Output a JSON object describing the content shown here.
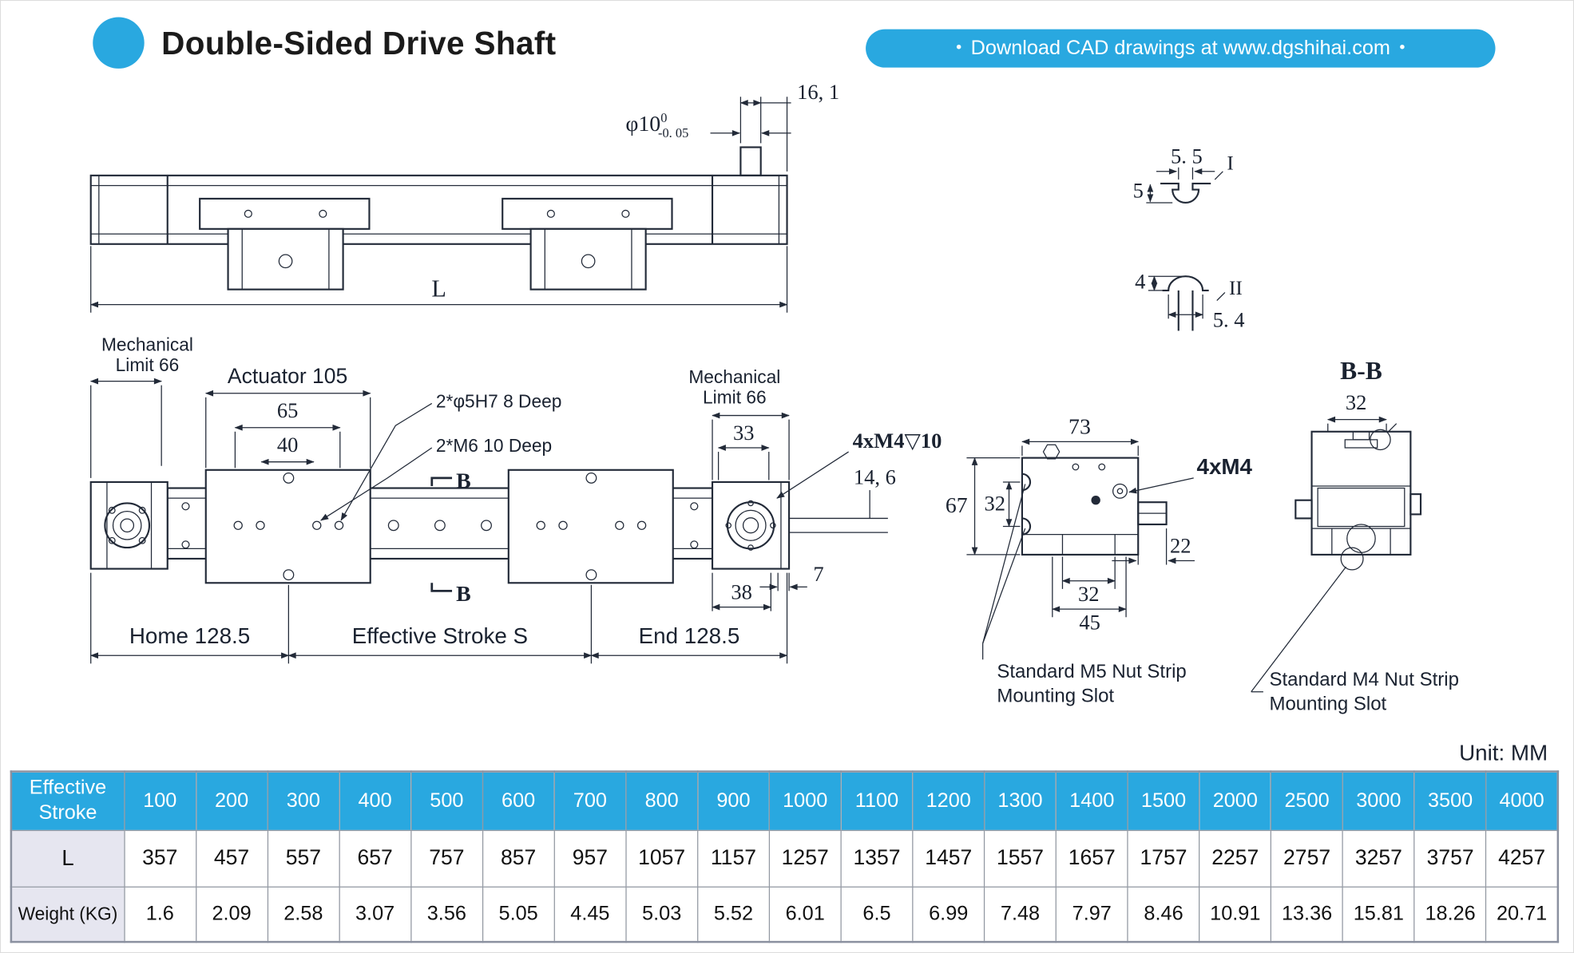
{
  "header": {
    "title": "Double-Sided Drive Shaft",
    "banner": "Download CAD drawings at www.dgshihai.com",
    "banner_bullet": "•"
  },
  "drawing": {
    "unit": "Unit: MM",
    "side_view": {
      "dim_16_1": "16, 1",
      "shaft_dia": "φ10",
      "shaft_dia_sup": "0",
      "shaft_dia_sub": "-0. 05",
      "length": "L"
    },
    "plan_view": {
      "mech_limit_left_line1": "Mechanical",
      "mech_limit_left_line2": "Limit 66",
      "actuator": "Actuator 105",
      "dim_65": "65",
      "dim_40": "40",
      "callout_pin_holes": "2*φ5H7 8 Deep",
      "callout_tap_holes": "2*M6 10 Deep",
      "section_marker": "B",
      "mech_limit_right_line1": "Mechanical",
      "mech_limit_right_line2": "Limit 66",
      "dim_33": "33",
      "callout_4xm4_depth": "4xM4▽10",
      "dim_14_6": "14, 6",
      "dim_7": "7",
      "dim_38": "38",
      "home": "Home 128.5",
      "effective_stroke": "Effective Stroke S",
      "end": "End 128.5"
    },
    "slot_detail_1": {
      "dim_5_5": "5. 5",
      "dim_5": "5",
      "marker": "I"
    },
    "slot_detail_2": {
      "dim_4": "4",
      "dim_5_4": "5. 4",
      "marker": "II"
    },
    "cross_section": {
      "dim_73": "73",
      "dim_67": "67",
      "dim_32_left": "32",
      "dim_32_bottom": "32",
      "dim_45": "45",
      "dim_22": "22",
      "callout_4xm4": "4xM4",
      "m5_note_line1": "Standard M5 Nut Strip",
      "m5_note_line2": "Mounting Slot"
    },
    "section_bb": {
      "title": "B-B",
      "dim_32": "32",
      "m4_note_line1": "Standard M4 Nut Strip",
      "m4_note_line2": "Mounting Slot"
    }
  },
  "table": {
    "corner_label": "Effective Stroke",
    "columns": [
      "100",
      "200",
      "300",
      "400",
      "500",
      "600",
      "700",
      "800",
      "900",
      "1000",
      "1100",
      "1200",
      "1300",
      "1400",
      "1500",
      "2000",
      "2500",
      "3000",
      "3500",
      "4000"
    ],
    "rows": [
      {
        "label": "L",
        "values": [
          "357",
          "457",
          "557",
          "657",
          "757",
          "857",
          "957",
          "1057",
          "1157",
          "1257",
          "1357",
          "1457",
          "1557",
          "1657",
          "1757",
          "2257",
          "2757",
          "3257",
          "3757",
          "4257"
        ]
      },
      {
        "label": "Weight (KG)",
        "values": [
          "1.6",
          "2.09",
          "2.58",
          "3.07",
          "3.56",
          "5.05",
          "4.45",
          "5.03",
          "5.52",
          "6.01",
          "6.5",
          "6.99",
          "7.48",
          "7.97",
          "8.46",
          "10.91",
          "13.36",
          "15.81",
          "18.26",
          "20.71"
        ]
      }
    ]
  },
  "colors": {
    "accent": "#29a8e0",
    "line": "#222a38",
    "row_label_bg": "#e6e6f0"
  }
}
